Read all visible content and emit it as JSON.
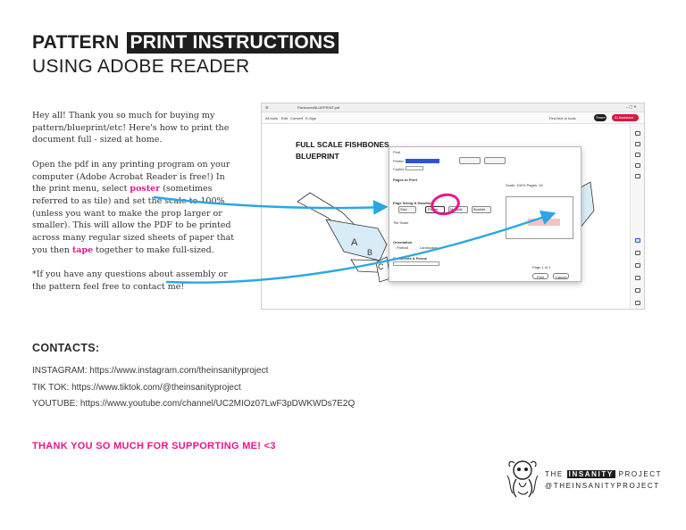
{
  "header": {
    "title_bold": "PATTERN",
    "title_highlight": "PRINT INSTRUCTIONS",
    "subtitle": "USING ADOBE READER"
  },
  "instructions": {
    "p1": "Hey all! Thank you so much for buying my pattern/blueprint/etc! Here's how to print the document full - sized at home.",
    "p2_a": "Open the pdf in any printing program on your computer (Adobe Acrobat Reader is free!) In the print menu, select ",
    "p2_poster": "poster",
    "p2_b": " (sometimes referred to as tile) and set the scale to 100% (unless you want to make the prop larger or smaller). This will allow the PDF to be printed across many regular sized sheets of paper that you then ",
    "p2_tape": "tape",
    "p2_c": " together to make full-sized.",
    "p3": "*If you have any questions about assembly or the pattern feel free to contact me!"
  },
  "screenshot": {
    "tab_label": "FishbonesBLUEPRINT.pdf",
    "menu_items": [
      "All tools",
      "Edit",
      "Convert",
      "E-Sign"
    ],
    "find_label": "Find text or tools",
    "share_label": "Share",
    "ai_label": "AI Assistant",
    "doc_title_line1": "FULL SCALE FISHBONES",
    "doc_title_line2": "BLUEPRINT",
    "dialog": {
      "title": "Print",
      "printer_label": "Printer",
      "copies_label": "Copies",
      "pages_label": "Pages to Print",
      "sizing_label": "Page Sizing & Handling",
      "size_btn": "Size",
      "poster_btn": "Poster",
      "multiple_btn": "Multiple",
      "booklet_btn": "Booklet",
      "tile_scale_label": "Tile Scale",
      "orientation_label": "Orientation",
      "portrait_label": "Portrait",
      "landscape_label": "Landscape",
      "comments_label": "Comments & Forms",
      "preview_label": "Scale: 100% Pages: 18",
      "page_counter": "Page 1 of 1",
      "print_btn": "Print",
      "cancel_btn": "Cancel"
    },
    "part_labels": [
      "A",
      "B",
      "C"
    ]
  },
  "contacts": {
    "heading": "CONTACTS:",
    "instagram": "INSTAGRAM: https://www.instagram.com/theinsanityproject",
    "tiktok": "TIK TOK: https://www.tiktok.com/@theinsanityproject",
    "youtube": "YOUTUBE: https://www.youtube.com/channel/UC2MIOz07LwF3pDWKWDs7E2Q"
  },
  "thanks": "THANK YOU SO MUCH FOR SUPPORTING ME! <3",
  "footer": {
    "brand_pre": "THE",
    "brand_highlight": "INSANITY",
    "brand_post": "PROJECT",
    "handle": "@THEINSANITYPROJECT"
  },
  "colors": {
    "accent_pink": "#e8168b",
    "arrow_blue": "#2aa6e6",
    "text_dark": "#1e1e1e"
  }
}
